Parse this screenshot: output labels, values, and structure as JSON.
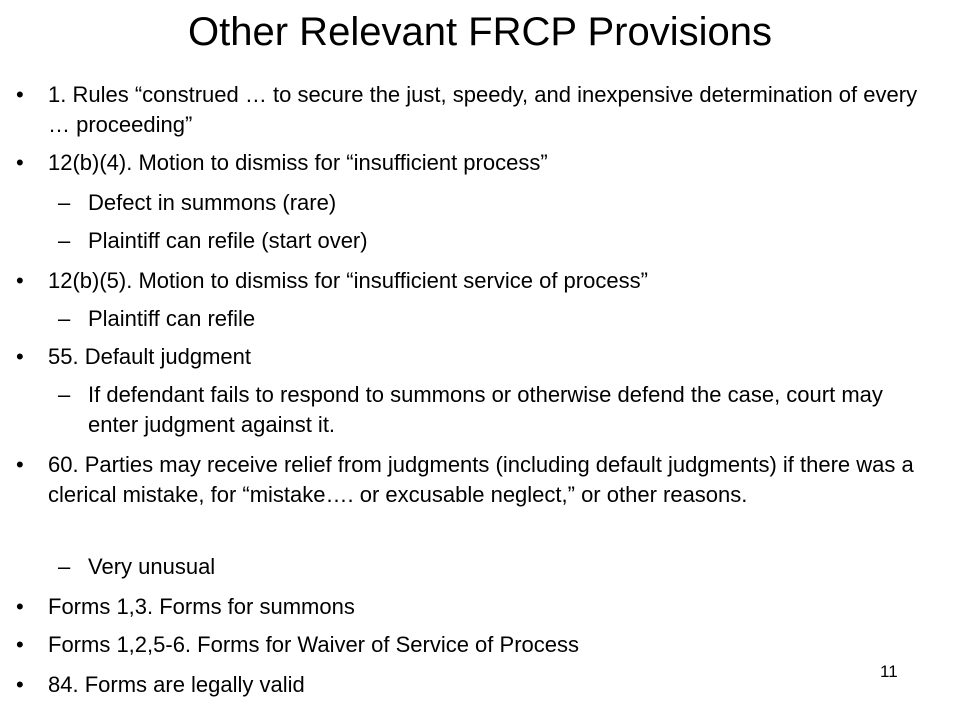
{
  "slide": {
    "title": "Other Relevant FRCP Provisions",
    "page_number": "11",
    "bullet_glyph": "•",
    "sub_bullet_glyph": "–",
    "items": [
      {
        "text": "1. Rules “construed … to secure the just, speedy, and inexpensive determination of every … proceeding”"
      },
      {
        "text": "12(b)(4). Motion to dismiss for “insufficient process”"
      },
      {
        "text": "Defect in summons (rare)"
      },
      {
        "text": "Plaintiff can refile (start over)"
      },
      {
        "text": "12(b)(5). Motion to dismiss for “insufficient service of process”"
      },
      {
        "text": "Plaintiff can refile"
      },
      {
        "text": "55. Default judgment"
      },
      {
        "text": "If defendant fails to respond to summons or otherwise defend the case, court may enter judgment against it."
      },
      {
        "text": "60. Parties may receive relief from judgments (including default judgments) if there was a clerical mistake, for “mistake…. or excusable neglect,” or other reasons."
      },
      {
        "text": "Very unusual"
      },
      {
        "text": "Forms 1,3. Forms for summons"
      },
      {
        "text": "Forms 1,2,5-6. Forms for Waiver of Service of Process"
      },
      {
        "text": "84. Forms are legally valid"
      }
    ]
  }
}
